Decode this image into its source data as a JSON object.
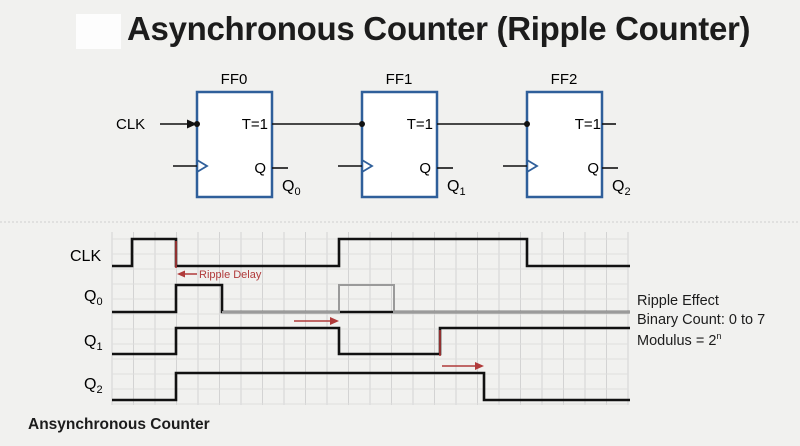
{
  "title": "Asynchronous Counter (Ripple Counter)",
  "flipflops": [
    {
      "name": "FF0",
      "t_label": "T=1",
      "q_label": "Q",
      "output_label": "Q",
      "output_sub": "0"
    },
    {
      "name": "FF1",
      "t_label": "T=1",
      "q_label": "Q",
      "output_label": "Q",
      "output_sub": "1"
    },
    {
      "name": "FF2",
      "t_label": "T=1",
      "q_label": "Q",
      "output_label": "Q",
      "output_sub": "2"
    }
  ],
  "clock_input_label": "CLK",
  "timing": {
    "signals": [
      {
        "label": "CLK",
        "sub": ""
      },
      {
        "label": "Q",
        "sub": "0"
      },
      {
        "label": "Q",
        "sub": "1"
      },
      {
        "label": "Q",
        "sub": "2"
      }
    ],
    "ripple_delay_label": "Ripple Delay"
  },
  "notes": {
    "ripple_effect": "Ripple Effect",
    "binary_count": "Binary Count: 0 to 7",
    "modulus_prefix": "Modulus = 2",
    "modulus_exp": "n"
  },
  "footer": "Ansynchronous Counter",
  "colors": {
    "box": "#2f5f9a",
    "delay_arrow": "#b03a3a",
    "wave": "#111111",
    "grid": "#d3d3d3"
  }
}
